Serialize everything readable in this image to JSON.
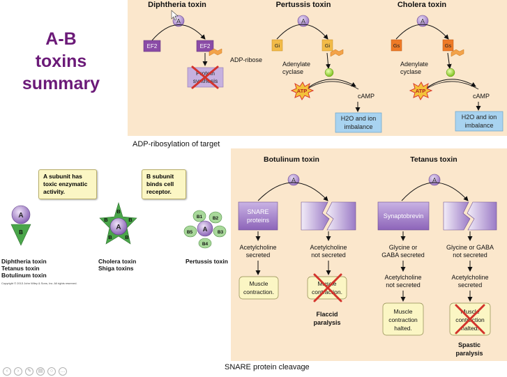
{
  "slide_title": [
    "A-B",
    "toxins",
    "summary"
  ],
  "captions": {
    "adp_ribosylation": "ADP-ribosylation of target",
    "snare_cleavage": "SNARE protein cleavage"
  },
  "notes": {
    "a_subunit": [
      "A subunit has",
      "toxic enzymatic",
      "activity."
    ],
    "b_subunit": [
      "B subunit",
      "binds cell",
      "receptor."
    ]
  },
  "toxin_models": {
    "left": {
      "a": "A",
      "b": "B",
      "names": [
        "Diphtheria toxin",
        "Tetanus toxin",
        "Botulinum toxin"
      ]
    },
    "middle": {
      "a": "A",
      "b": "B",
      "names": [
        "Cholera toxin",
        "Shiga toxins"
      ]
    },
    "right": {
      "a": "A",
      "b_labels": [
        "B1",
        "B2",
        "B3",
        "B4",
        "B5"
      ],
      "names": [
        "Pertussis toxin"
      ]
    }
  },
  "diphtheria": {
    "title": "Diphtheria toxin",
    "a": "A",
    "target": "EF2",
    "ribose": "ADP-ribose",
    "blocked": [
      "Protein",
      "synthesis"
    ]
  },
  "pertussis": {
    "title": "Pertussis toxin",
    "a": "A",
    "g": "Gi",
    "enzyme": [
      "Adenylate",
      "cyclase"
    ],
    "atp": "ATP",
    "camp": "cAMP",
    "result": [
      "H2O and ion",
      "imbalance"
    ]
  },
  "cholera": {
    "title": "Cholera toxin",
    "a": "A",
    "g": "Gs",
    "enzyme": [
      "Adenylate",
      "cyclase"
    ],
    "atp": "ATP",
    "camp": "cAMP",
    "result": [
      "H2O and ion",
      "imbalance"
    ]
  },
  "botulinum": {
    "title": "Botulinum toxin",
    "a": "A",
    "protein": [
      "SNARE",
      "proteins"
    ],
    "intact_text": [
      "Acetylcholine",
      "secreted"
    ],
    "cleaved_text": [
      "Acetylcholine",
      "not secreted"
    ],
    "outcome": [
      "Muscle",
      "contraction."
    ],
    "effect": [
      "Flaccid",
      "paralysis"
    ]
  },
  "tetanus": {
    "title": "Tetanus toxin",
    "a": "A",
    "protein": "Synaptobrevin",
    "intact_text": [
      "Glycine or",
      "GABA secreted"
    ],
    "intact_ach": [
      "Acetylcholine",
      "not secreted"
    ],
    "cleaved_text": [
      "Glycine or GABA",
      "not secreted"
    ],
    "cleaved_ach": [
      "Acetylcholine",
      "secreted"
    ],
    "outcome": [
      "Muscle",
      "contraction",
      "halted."
    ],
    "effect": [
      "Spastic",
      "paralysis"
    ]
  },
  "copyright": "Copyright © 2013 John Wiley & Sons, Inc. All rights reserved.",
  "colors": {
    "panel": "#fbe7cc",
    "title": "#6b1a78",
    "purple_box": "#9a6fbc",
    "light_purple": "#c4aede",
    "green": "#4aa64a",
    "blue_box": "#a8d3f0",
    "orange": "#f39a2b",
    "note": "#fbf6c4"
  }
}
